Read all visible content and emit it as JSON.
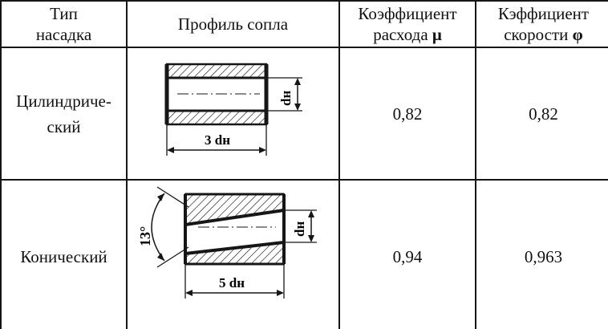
{
  "headers": {
    "type_line1": "Тип",
    "type_line2": "насадка",
    "profile": "Профиль сопла",
    "flow_line1": "Коэффициент",
    "flow_line2": "расхода",
    "flow_symbol": "μ",
    "speed_line1": "Кэффициент",
    "speed_line2": "скорости",
    "speed_symbol": "φ"
  },
  "rows": [
    {
      "type_line1": "Цилиндриче-",
      "type_line2": "ский",
      "flow": "0,82",
      "speed": "0,82",
      "diagram": {
        "diameter_label": "dн",
        "length_label": "3 dн"
      }
    },
    {
      "type": "Конический",
      "flow": "0,94",
      "speed": "0,963",
      "diagram": {
        "angle_label": "13°",
        "diameter_label": "dн",
        "length_label": "5 dн"
      }
    }
  ],
  "colors": {
    "ink": "#161616",
    "background": "#ffffff"
  }
}
